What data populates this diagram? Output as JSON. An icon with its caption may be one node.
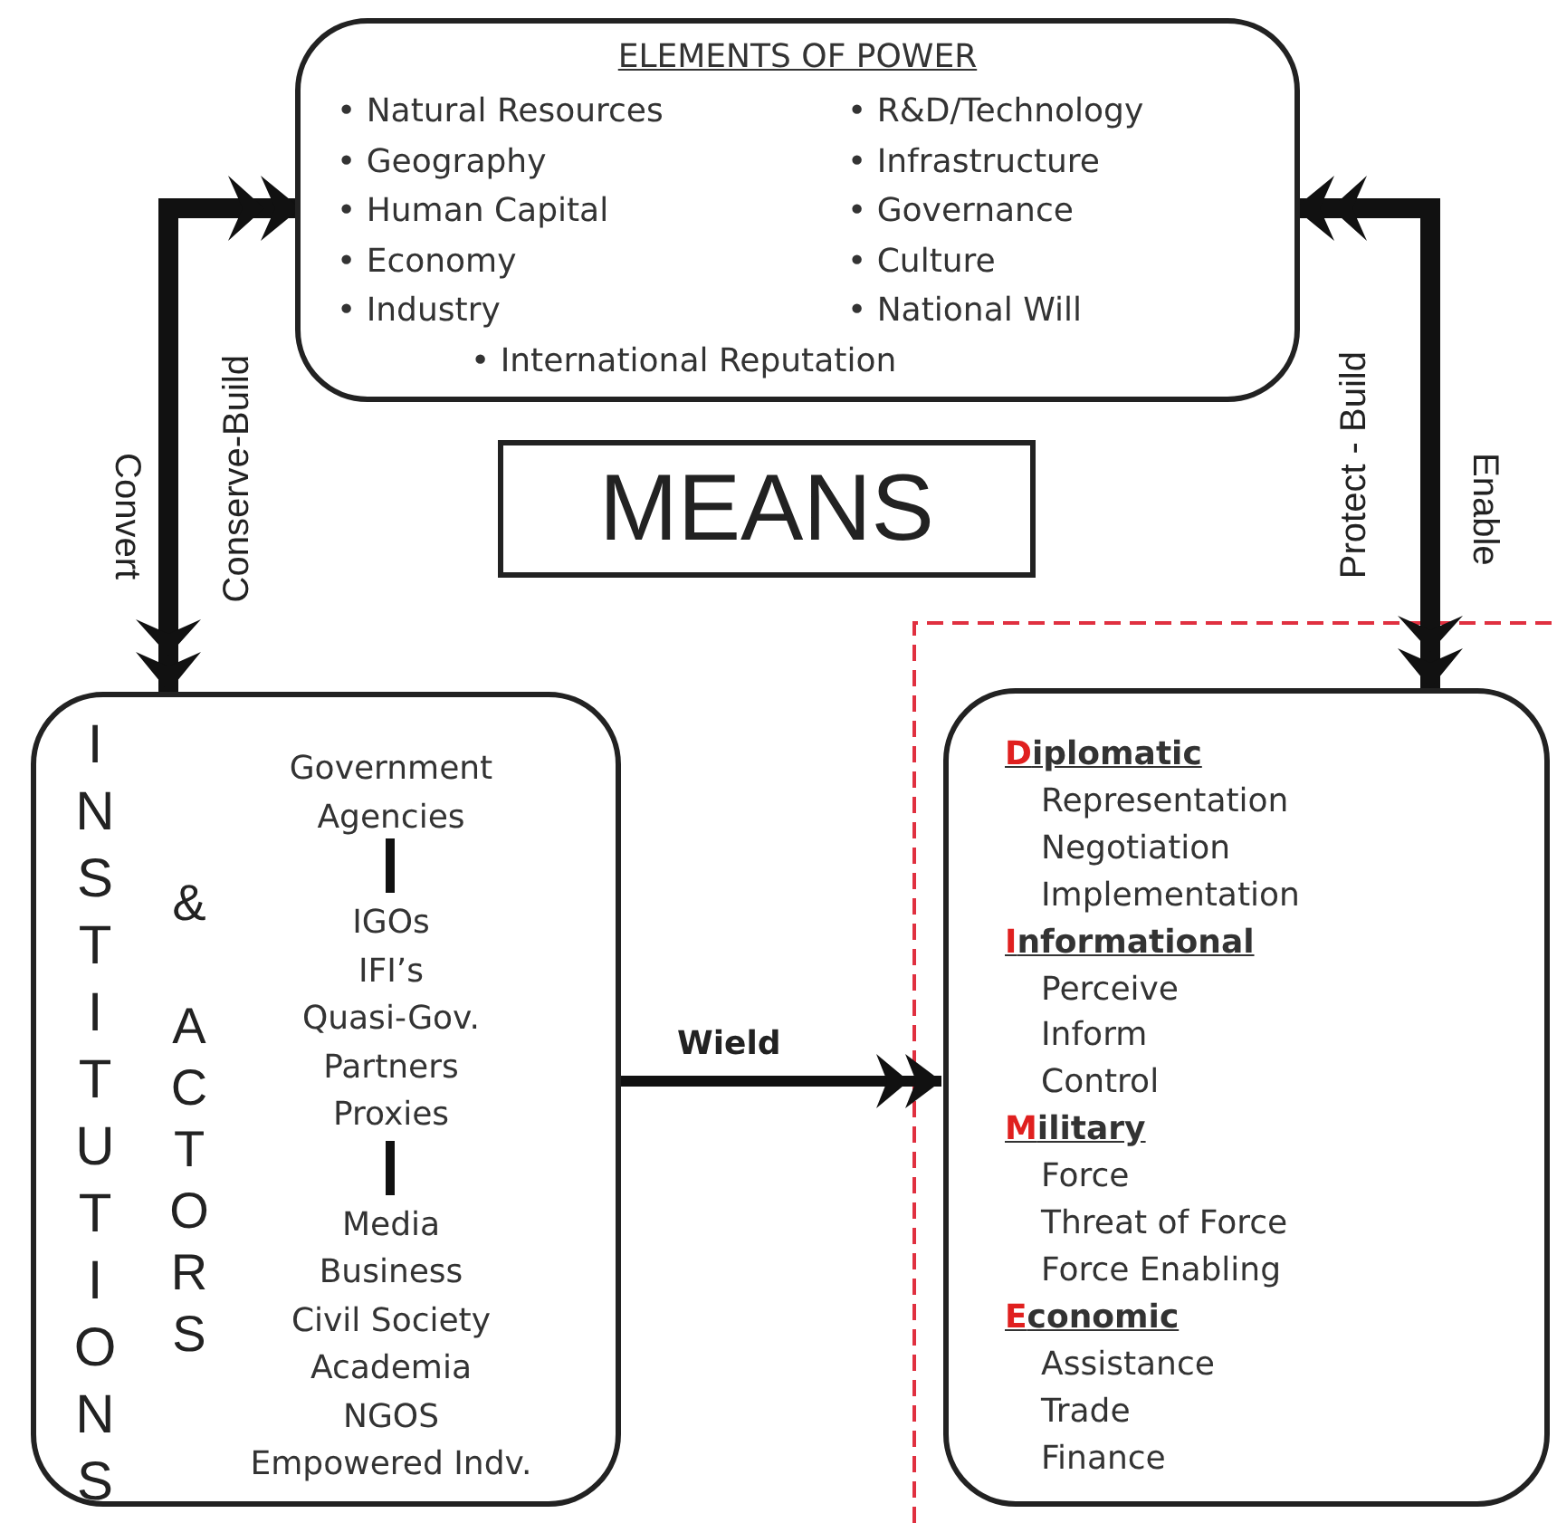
{
  "diagram": {
    "nodes": [
      {
        "text": [
          "ELEMENTS OF POWER",
          "• Natural Resources",
          "• R&D/Technology",
          "• Geography",
          "• Infrastructure",
          "• Human Capital",
          "• Governance",
          "• Economy",
          "• Culture",
          "• Industry",
          "• National Will",
          "• International Reputation"
        ]
      },
      {
        "text": [
          "MEANS"
        ]
      },
      {
        "text": [
          "INSTITUTIONS",
          "& ACTORS",
          "Government Agencies",
          "IGOs",
          "IFI’s",
          "Quasi-Gov.",
          "Partners",
          "Proxies",
          "Media",
          "Business",
          "Civil Society",
          "Academia",
          "NGOS",
          "Empowered Indv."
        ]
      },
      {
        "text": [
          "Diplomatic",
          "Representation",
          "Negotiation",
          "Implementation",
          "Informational",
          "Perceive",
          "Inform",
          "Control",
          "Military",
          "Force",
          "Threat of Force",
          "Force Enabling",
          "Economic",
          "Assistance",
          "Trade",
          "Finance"
        ]
      }
    ],
    "edges": [
      {
        "from": 2,
        "to": 0,
        "arrow": "both"
      },
      {
        "from": 3,
        "to": 0,
        "arrow": "both"
      },
      {
        "from": 2,
        "to": 3,
        "label": "Wield",
        "arrow": "to"
      }
    ],
    "labels": [
      "Convert",
      "Conserve-Build",
      "Protect - Build",
      "Enable"
    ]
  }
}
